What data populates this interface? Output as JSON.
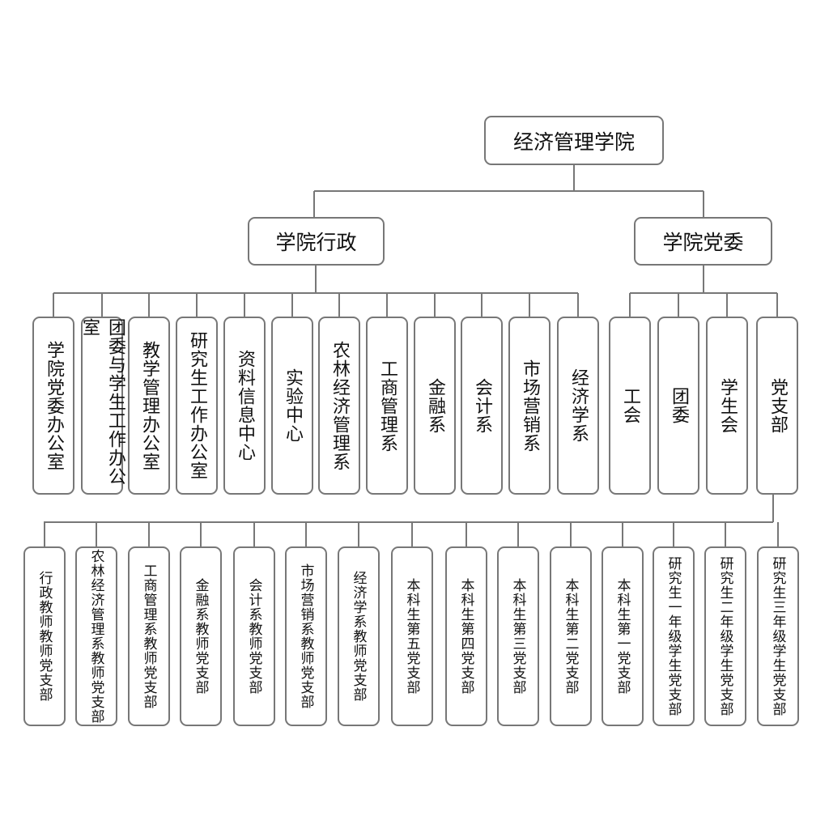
{
  "root": {
    "label": "经济管理学院"
  },
  "admin": {
    "label": "学院行政",
    "children": [
      "学院党委办公室",
      "团委与学生工作办公室",
      "教学管理办公室",
      "研究生工作办公室",
      "资料信息中心",
      "实验中心",
      "农林经济管理系",
      "工商管理系",
      "金融系",
      "会计系",
      "市场营销系",
      "经济学系"
    ]
  },
  "party": {
    "label": "学院党委",
    "children": [
      "工会",
      "团委",
      "学生会",
      "党支部"
    ]
  },
  "branches": [
    "行政教师教师党支部",
    "农林经济管理系教师党支部",
    "工商管理系教师党支部",
    "金融系教师党支部",
    "会计系教师党支部",
    "市场营销系教师党支部",
    "经济学系教师党支部",
    "本科生第五党支部",
    "本科生第四党支部",
    "本科生第三党支部",
    "本科生第二党支部",
    "本科生第一党支部",
    "研究生一年级学生党支部",
    "研究生二年级学生党支部",
    "研究生三年级学生党支部"
  ]
}
